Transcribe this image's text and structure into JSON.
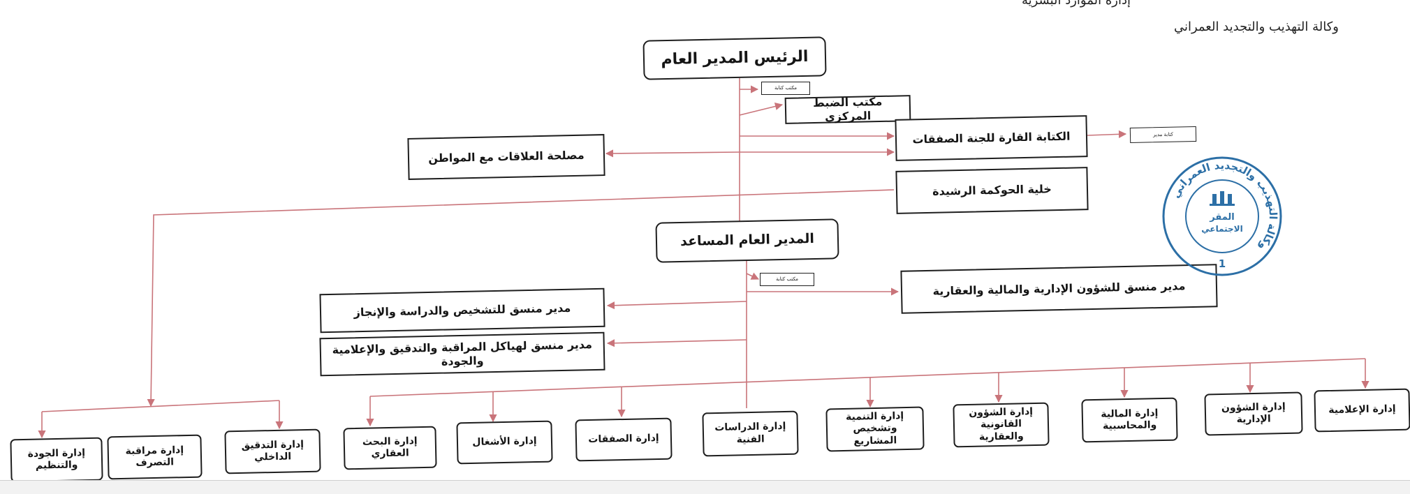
{
  "header": {
    "org_name": "وكالة التهذيب والتجديد العمراني",
    "top_fragment": "إدارة الموارد البشرية"
  },
  "colors": {
    "box_border": "#1e1e1e",
    "connector": "#c9747a",
    "stamp": "#2c6fa6"
  },
  "chart": {
    "ceo": "الرئيس المدير العام",
    "ceo_secretariat": "مكتب كتابة",
    "central_control": "مكتب الضبط المركزي",
    "deals_committee": "الكتابة القارة للجنة الصفقات",
    "deals_secretary": "كتابة مدير",
    "citizen_relations": "مصلحة العلاقات مع المواطن",
    "governance_cell": "خلية الحوكمة الرشيدة",
    "deputy": "المدير العام المساعد",
    "deputy_secretariat": "مكتب كتابة",
    "coord_admin": "مدير منسق للشؤون الإدارية والمالية والعقارية",
    "coord_diag": "مدير منسق للتشخيص والدراسة والإنجاز",
    "coord_control": "مدير منسق لهياكل المراقبة والتدقيق والإعلامية والجودة"
  },
  "departments": [
    "إدارة الإعلامية",
    "إدارة الشؤون الإدارية",
    "إدارة المالية والمحاسبية",
    "إدارة الشؤون القانونية والعقارية",
    "إدارة التنمية وتشخيص المشاريع",
    "إدارة الدراسات الفنية",
    "إدارة الصفقات",
    "إدارة الأشغال",
    "إدارة البحث العقاري",
    "إدارة التدقيق الداخلي",
    "إدارة مراقبة التصرف",
    "إدارة الجودة والتنظيم"
  ],
  "stamp": {
    "outer_text": "وكالة التهذيب والتجديد العمراني",
    "center_line1": "المقر",
    "center_line2": "الاجتماعي",
    "number": "1"
  }
}
